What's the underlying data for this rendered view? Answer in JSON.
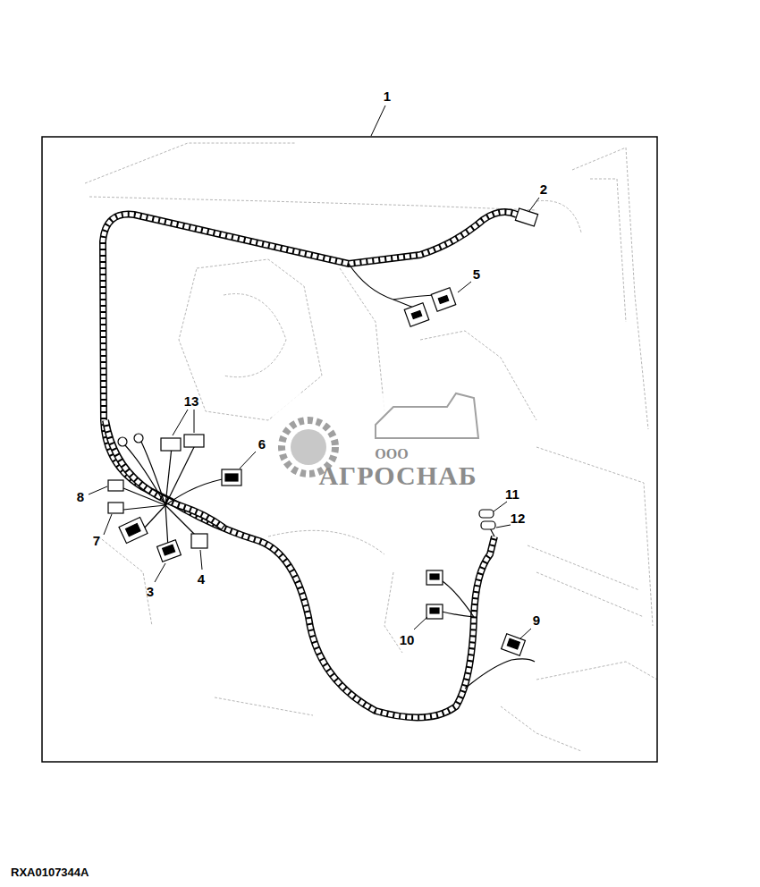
{
  "diagram": {
    "labels": [
      "1",
      "2",
      "5",
      "13",
      "6",
      "8",
      "7",
      "3",
      "4",
      "11",
      "12",
      "10",
      "9",
      "ООО",
      "АГРОСНАБ",
      "RXA0107344A"
    ]
  }
}
